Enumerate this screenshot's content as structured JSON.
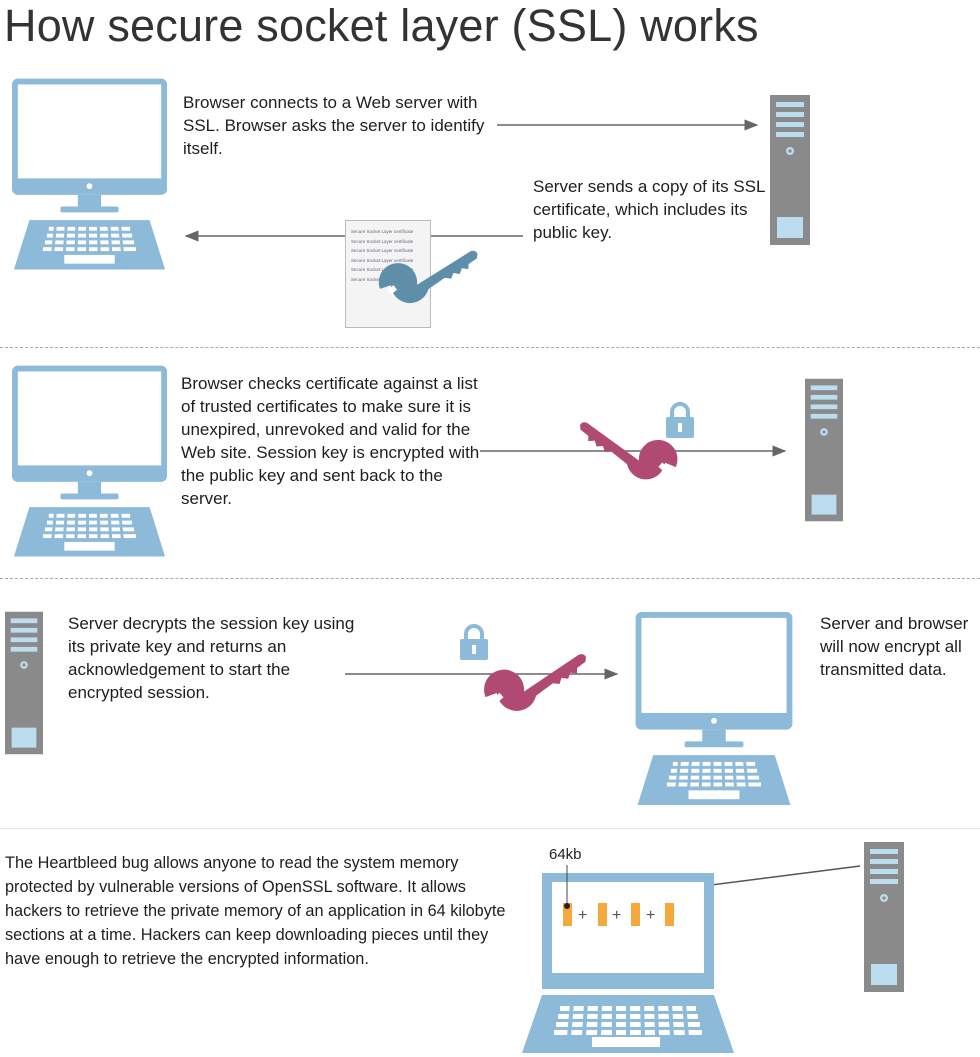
{
  "title": "How secure socket layer (SSL) works",
  "steps": {
    "step1_browser": "Browser connects to a Web server with SSL. Browser asks the server to identify itself.",
    "step1_server": "Server sends a copy of its SSL certificate, which includes its public key.",
    "step2": "Browser checks certificate against a list of trusted certificates to make sure it is unexpired, unrevoked and valid for the Web site. Session key is encrypted with the public key and sent back to the server.",
    "step3": "Server decrypts the session key using its private key and returns an acknowledgement to start the encrypted session.",
    "step3_result": "Server and browser will now encrypt all transmitted data.",
    "heartbleed": "The Heartbleed bug allows anyone to read the system memory protected by vulnerable versions of OpenSSL software. It allows hackers to retrieve the private memory of an application in 64 kilobyte sections at a time. Hackers can keep downloading pieces until they have enough to retrieve the encrypted information."
  },
  "certificate_text": "Secure Socket Layer certificate Secure Socket Layer certificate Secure Socket Layer certificate Secure Socket Layer certificate Secure Socket Layer certificate Secure Socket Layer certificate",
  "heartbleed_label": "64kb",
  "icons": [
    "desktop-computer-icon",
    "server-icon",
    "certificate-icon",
    "public-key-icon",
    "session-key-icon",
    "padlock-icon",
    "laptop-icon",
    "memory-chunk-icon"
  ],
  "colors": {
    "device_blue": "#8dbad8",
    "server_gray": "#8a8a8a",
    "public_key": "#5f8fa8",
    "session_key": "#b04a72",
    "memory_chunk": "#f4a93a"
  }
}
